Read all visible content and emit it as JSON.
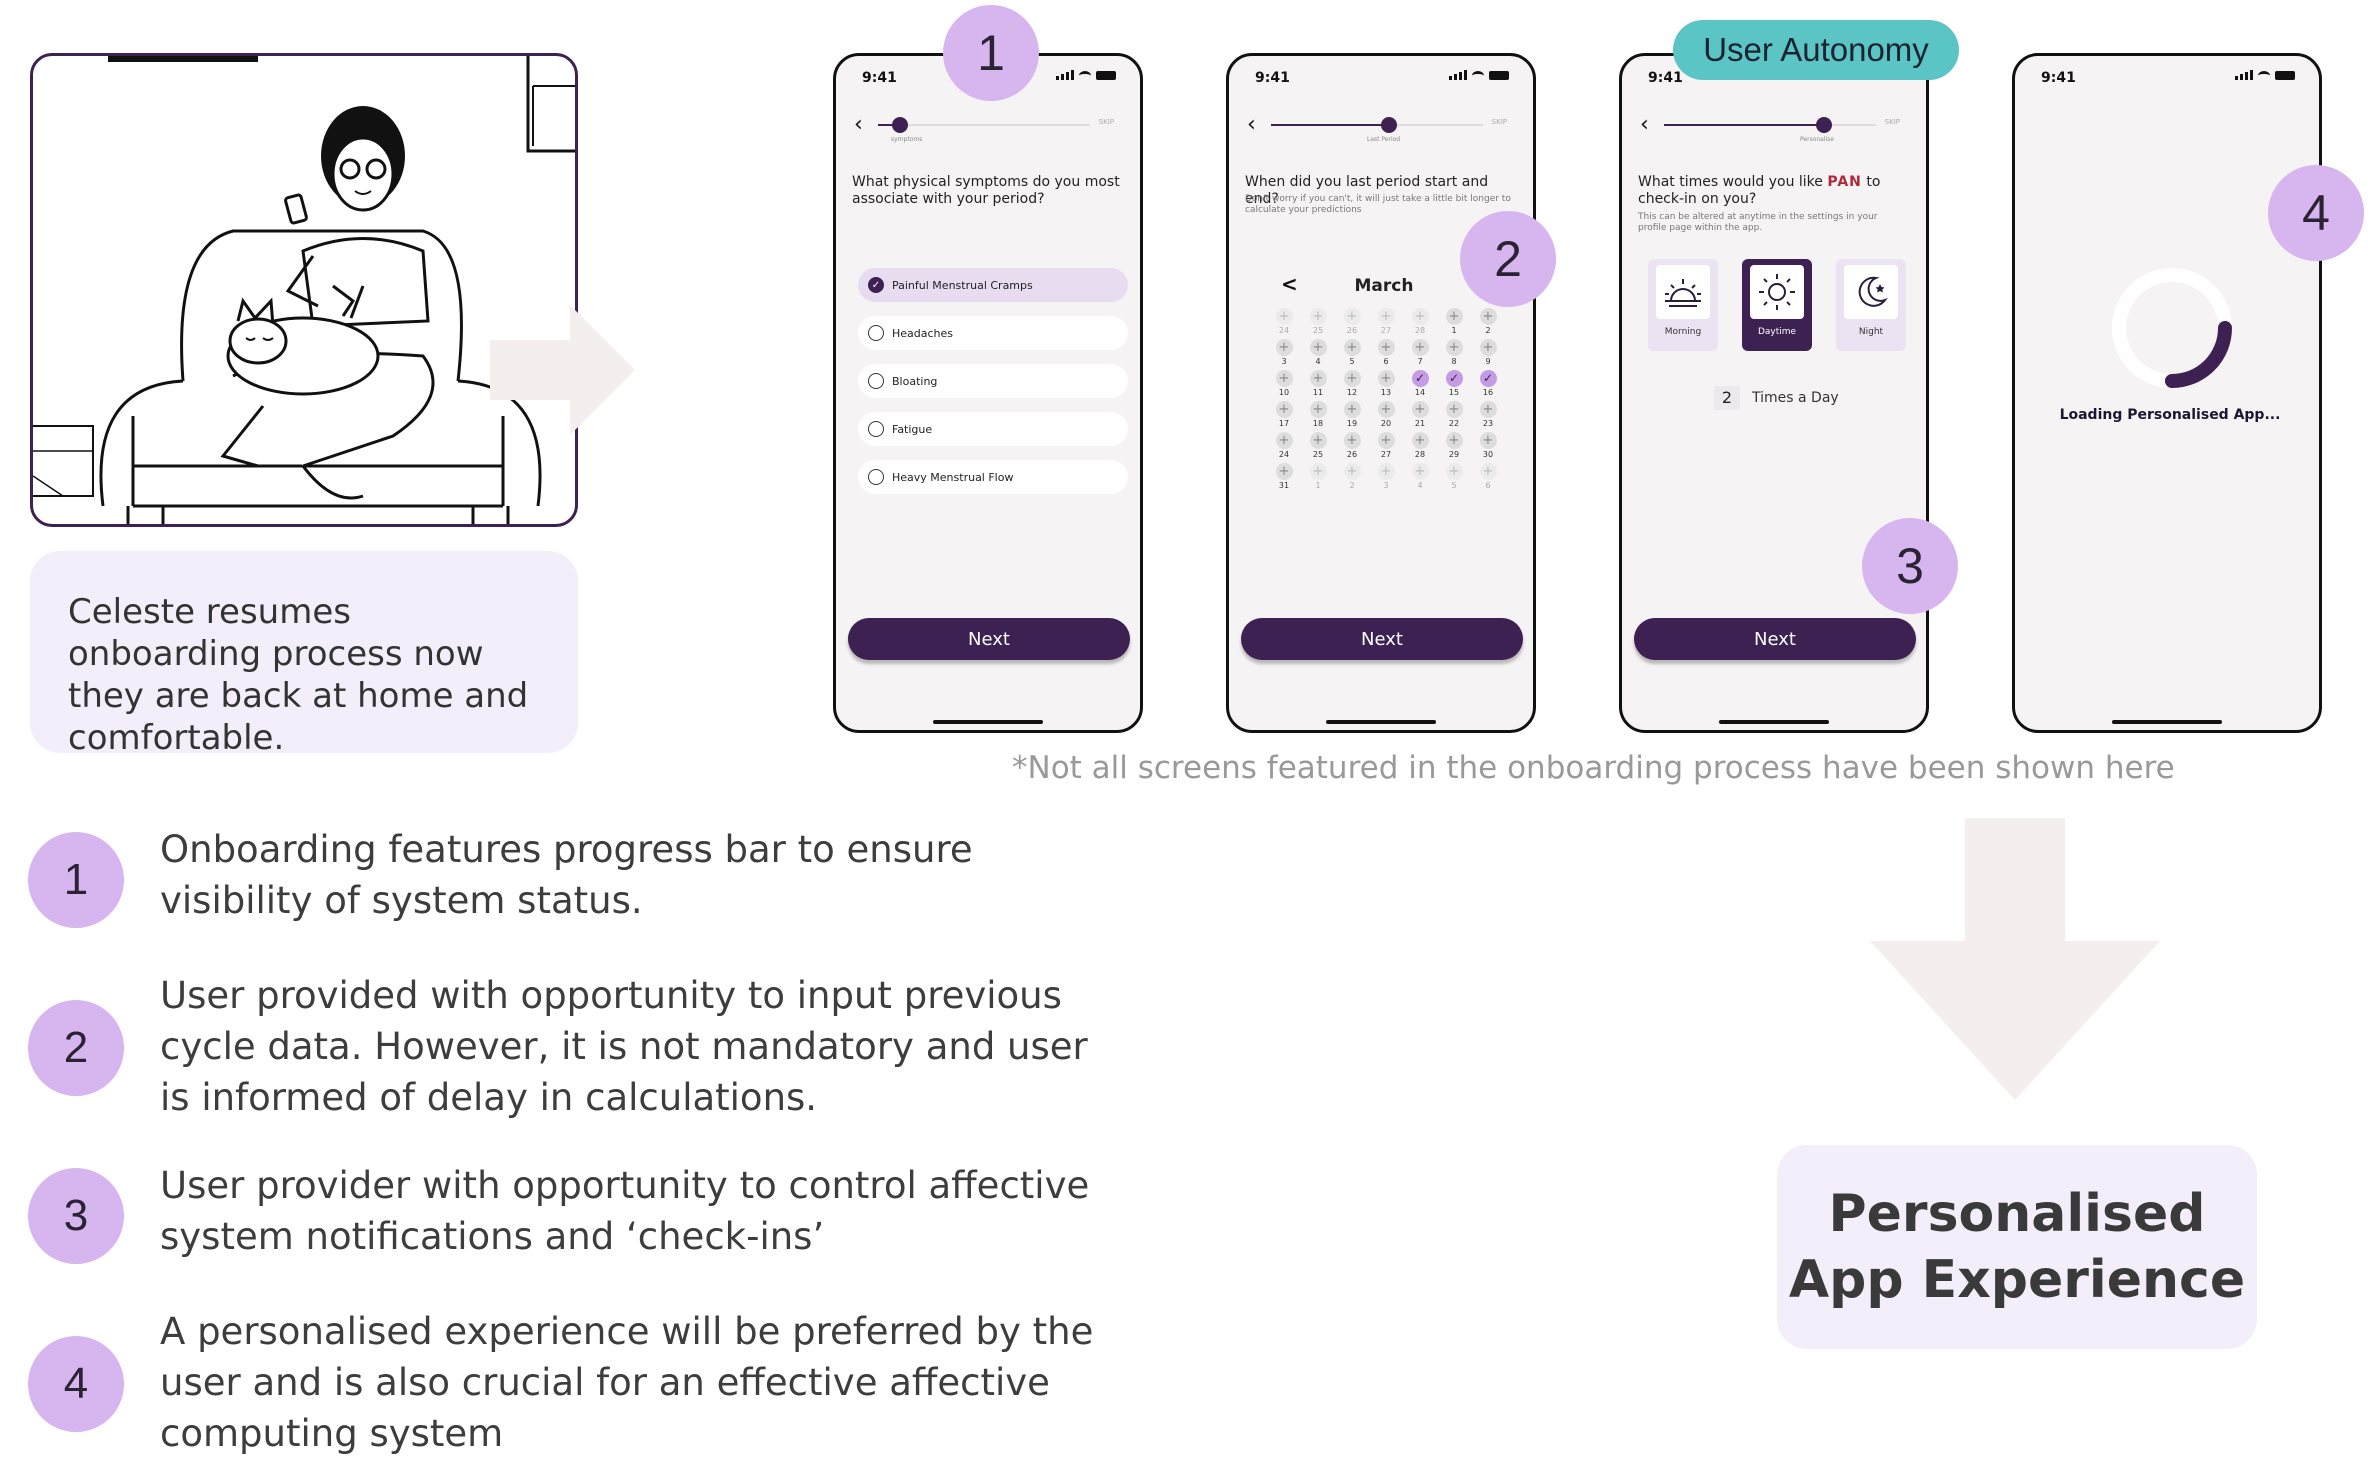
{
  "story": {
    "caption": "Celeste resumes onboarding process now they are back at home and comfortable."
  },
  "phone_common": {
    "time": "9:41",
    "next_label": "Next",
    "skip_label": "SKIP"
  },
  "screen1": {
    "step_label": "symptoms",
    "question": "What physical symptoms do you most associate with your period?",
    "options": [
      {
        "label": "Painful Menstrual Cramps",
        "selected": true
      },
      {
        "label": "Headaches",
        "selected": false
      },
      {
        "label": "Bloating",
        "selected": false
      },
      {
        "label": "Fatigue",
        "selected": false
      },
      {
        "label": "Heavy Menstrual Flow",
        "selected": false
      }
    ]
  },
  "screen2": {
    "step_label": "Last Period",
    "question": "When did you last period start and end?",
    "subtext": "Don't worry if you can't, it will just take a little bit longer to calculate your predictions",
    "month": "March",
    "back_chevron": "<",
    "days": [
      {
        "n": "24",
        "faint": true
      },
      {
        "n": "25",
        "faint": true
      },
      {
        "n": "26",
        "faint": true
      },
      {
        "n": "27",
        "faint": true
      },
      {
        "n": "28",
        "faint": true
      },
      {
        "n": "1"
      },
      {
        "n": "2"
      },
      {
        "n": "3"
      },
      {
        "n": "4"
      },
      {
        "n": "5"
      },
      {
        "n": "6"
      },
      {
        "n": "7"
      },
      {
        "n": "8"
      },
      {
        "n": "9"
      },
      {
        "n": "10"
      },
      {
        "n": "11"
      },
      {
        "n": "12"
      },
      {
        "n": "13"
      },
      {
        "n": "14",
        "checked": true
      },
      {
        "n": "15",
        "checked": true
      },
      {
        "n": "16",
        "checked": true
      },
      {
        "n": "17"
      },
      {
        "n": "18"
      },
      {
        "n": "19"
      },
      {
        "n": "20"
      },
      {
        "n": "21"
      },
      {
        "n": "22"
      },
      {
        "n": "23"
      },
      {
        "n": "24"
      },
      {
        "n": "25"
      },
      {
        "n": "26"
      },
      {
        "n": "27"
      },
      {
        "n": "28"
      },
      {
        "n": "29"
      },
      {
        "n": "30"
      },
      {
        "n": "31"
      },
      {
        "n": "1",
        "faint": true
      },
      {
        "n": "2",
        "faint": true
      },
      {
        "n": "3",
        "faint": true
      },
      {
        "n": "4",
        "faint": true
      },
      {
        "n": "5",
        "faint": true
      },
      {
        "n": "6",
        "faint": true
      }
    ]
  },
  "screen3": {
    "step_label": "Personalise",
    "question_pre": "What times would you like ",
    "question_brand": "PAN",
    "question_post": " to check-in on you?",
    "subtext": "This can be altered at anytime in the settings in your profile page within the app.",
    "times": [
      {
        "label": "Morning",
        "selected": false
      },
      {
        "label": "Daytime",
        "selected": true
      },
      {
        "label": "Night",
        "selected": false
      }
    ],
    "count": "2",
    "count_label": "Times a Day"
  },
  "screen4": {
    "loading_text": "Loading Personalised App..."
  },
  "badges": {
    "b1": "1",
    "b2": "2",
    "b3": "3",
    "b4": "4"
  },
  "autonomy_label": "User Autonomy",
  "footnote": "*Not all screens featured in the onboarding process have been shown here",
  "features": [
    {
      "num": "1",
      "text": "Onboarding features progress bar to ensure visibility of system status."
    },
    {
      "num": "2",
      "text": "User provided with opportunity to input previous cycle data. However, it is not mandatory and user is informed of delay in calculations."
    },
    {
      "num": "3",
      "text": "User provider with opportunity to control affective system notifications and ‘check-ins’"
    },
    {
      "num": "4",
      "text": "A personalised experience will be preferred by the user and is also crucial for an effective affective computing system"
    }
  ],
  "outcome": {
    "line1": "Personalised",
    "line2": "App Experience"
  },
  "colors": {
    "primary": "#3d2152",
    "badge": "#d7b6f0",
    "card_bg": "#f4eefa",
    "teal": "#5bc4c4",
    "brand_red": "#b0283c"
  }
}
